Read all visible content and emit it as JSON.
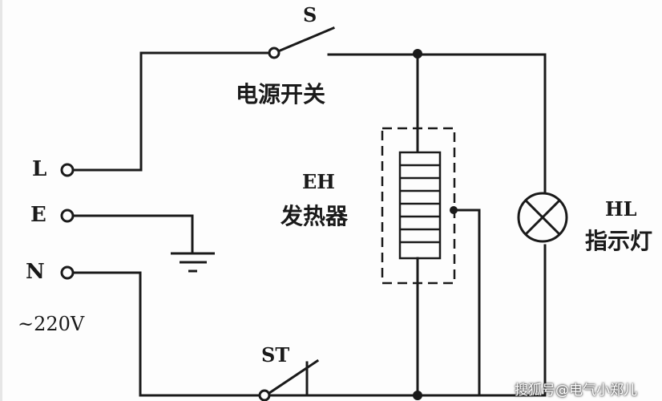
{
  "diagram": {
    "type": "circuit-schematic",
    "colors": {
      "line": "#1a1a1a",
      "background": "#fdfdfd"
    },
    "terminals": [
      {
        "id": "L",
        "label": "L"
      },
      {
        "id": "E",
        "label": "E"
      },
      {
        "id": "N",
        "label": "N"
      }
    ],
    "supply_voltage": "~220V",
    "switch_s": {
      "symbol": "S",
      "name": "电源开关"
    },
    "heater": {
      "symbol": "EH",
      "name": "发热器"
    },
    "indicator": {
      "symbol": "HL",
      "name": "指示灯"
    },
    "thermostat": {
      "symbol": "ST"
    },
    "watermark": "搜狐号@电气小郑儿"
  }
}
